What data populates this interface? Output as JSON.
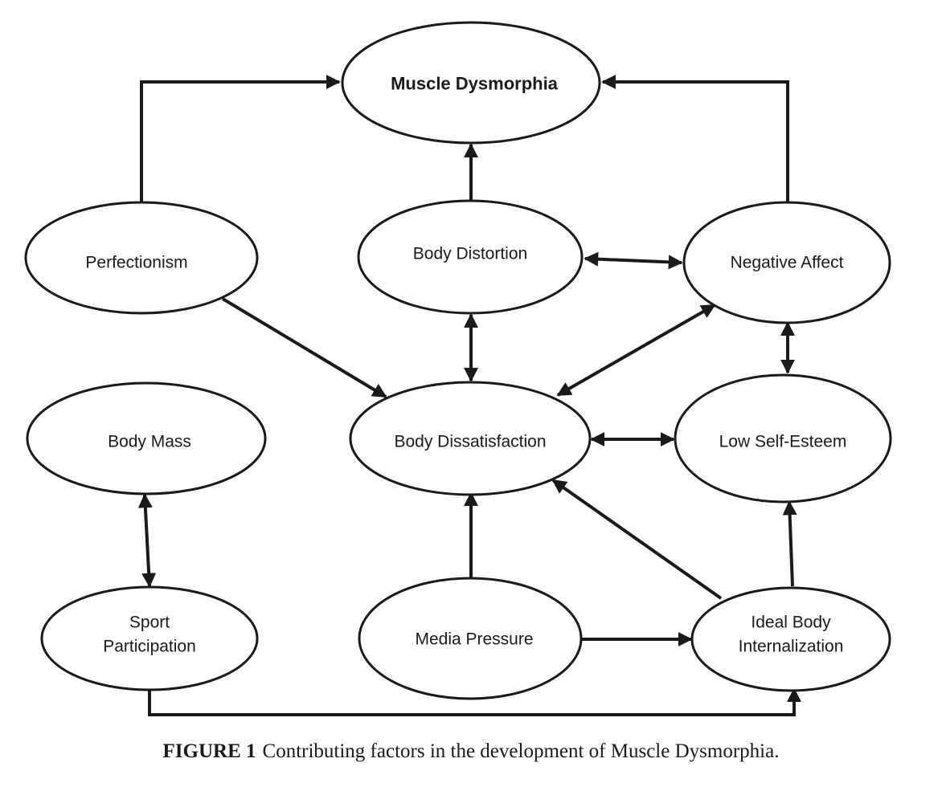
{
  "nodes": {
    "muscle_dysmorphia": "Muscle Dysmorphia",
    "perfectionism": "Perfectionism",
    "body_distortion": "Body Distortion",
    "negative_affect": "Negative Affect",
    "body_mass": "Body Mass",
    "body_dissatisfaction": "Body Dissatisfaction",
    "low_self_esteem": "Low Self-Esteem",
    "sport_participation": [
      "Sport",
      "Participation"
    ],
    "media_pressure": "Media Pressure",
    "ideal_body_internalization": [
      "Ideal Body",
      "Internalization"
    ]
  },
  "edges": [
    {
      "from": "perfectionism",
      "to": "muscle_dysmorphia",
      "direction": "one-way"
    },
    {
      "from": "negative_affect",
      "to": "muscle_dysmorphia",
      "direction": "one-way"
    },
    {
      "from": "body_distortion",
      "to": "muscle_dysmorphia",
      "direction": "one-way"
    },
    {
      "from": "body_distortion",
      "to": "negative_affect",
      "direction": "two-way"
    },
    {
      "from": "body_distortion",
      "to": "body_dissatisfaction",
      "direction": "two-way"
    },
    {
      "from": "perfectionism",
      "to": "body_dissatisfaction",
      "direction": "one-way"
    },
    {
      "from": "negative_affect",
      "to": "body_dissatisfaction",
      "direction": "two-way"
    },
    {
      "from": "negative_affect",
      "to": "low_self_esteem",
      "direction": "two-way"
    },
    {
      "from": "body_dissatisfaction",
      "to": "low_self_esteem",
      "direction": "two-way"
    },
    {
      "from": "body_mass",
      "to": "sport_participation",
      "direction": "two-way"
    },
    {
      "from": "media_pressure",
      "to": "body_dissatisfaction",
      "direction": "one-way"
    },
    {
      "from": "ideal_body_internalization",
      "to": "body_dissatisfaction",
      "direction": "one-way"
    },
    {
      "from": "ideal_body_internalization",
      "to": "low_self_esteem",
      "direction": "one-way"
    },
    {
      "from": "media_pressure",
      "to": "ideal_body_internalization",
      "direction": "one-way"
    },
    {
      "from": "sport_participation",
      "to": "ideal_body_internalization",
      "direction": "one-way"
    }
  ],
  "caption": {
    "label": "FIGURE 1",
    "text": "Contributing factors in the development of Muscle Dysmorphia."
  }
}
